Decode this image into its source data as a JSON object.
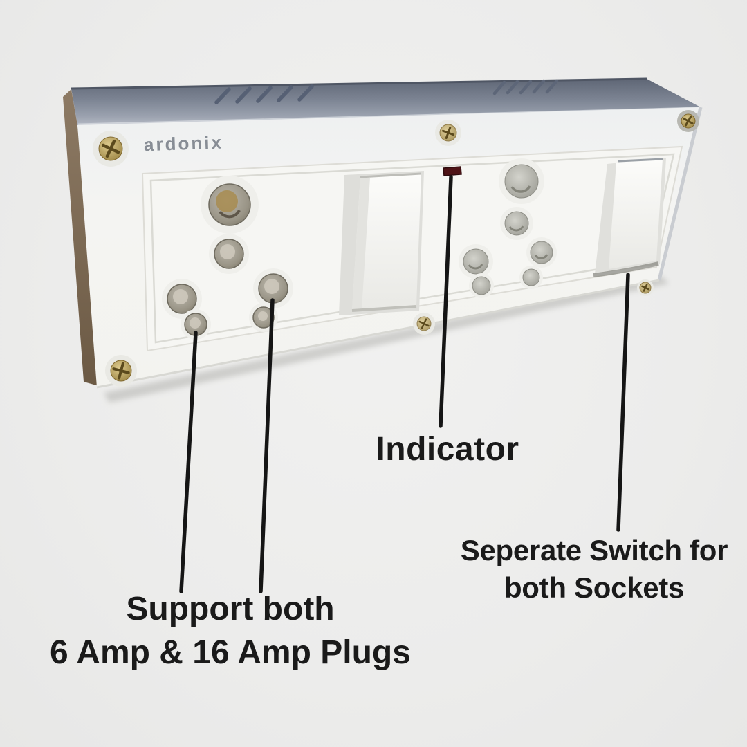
{
  "background": {
    "color": "#ededec"
  },
  "brand": {
    "label": "ardonix"
  },
  "labels": {
    "indicator": "Indicator",
    "plug_support_line1": "Support both",
    "plug_support_line2": "6 Amp & 16 Amp Plugs",
    "switch_line1": "Seperate Switch for",
    "switch_line2": "both Sockets"
  },
  "colors": {
    "label_text": "#1a1a1a",
    "leader_line": "#151515",
    "indicator_light": "#4e1316",
    "board_front": "#f4f4f1",
    "board_top": "#7c8493",
    "board_side": "#816f5a",
    "screw_brass": "#b39a55",
    "brand_text": "#878d95"
  }
}
